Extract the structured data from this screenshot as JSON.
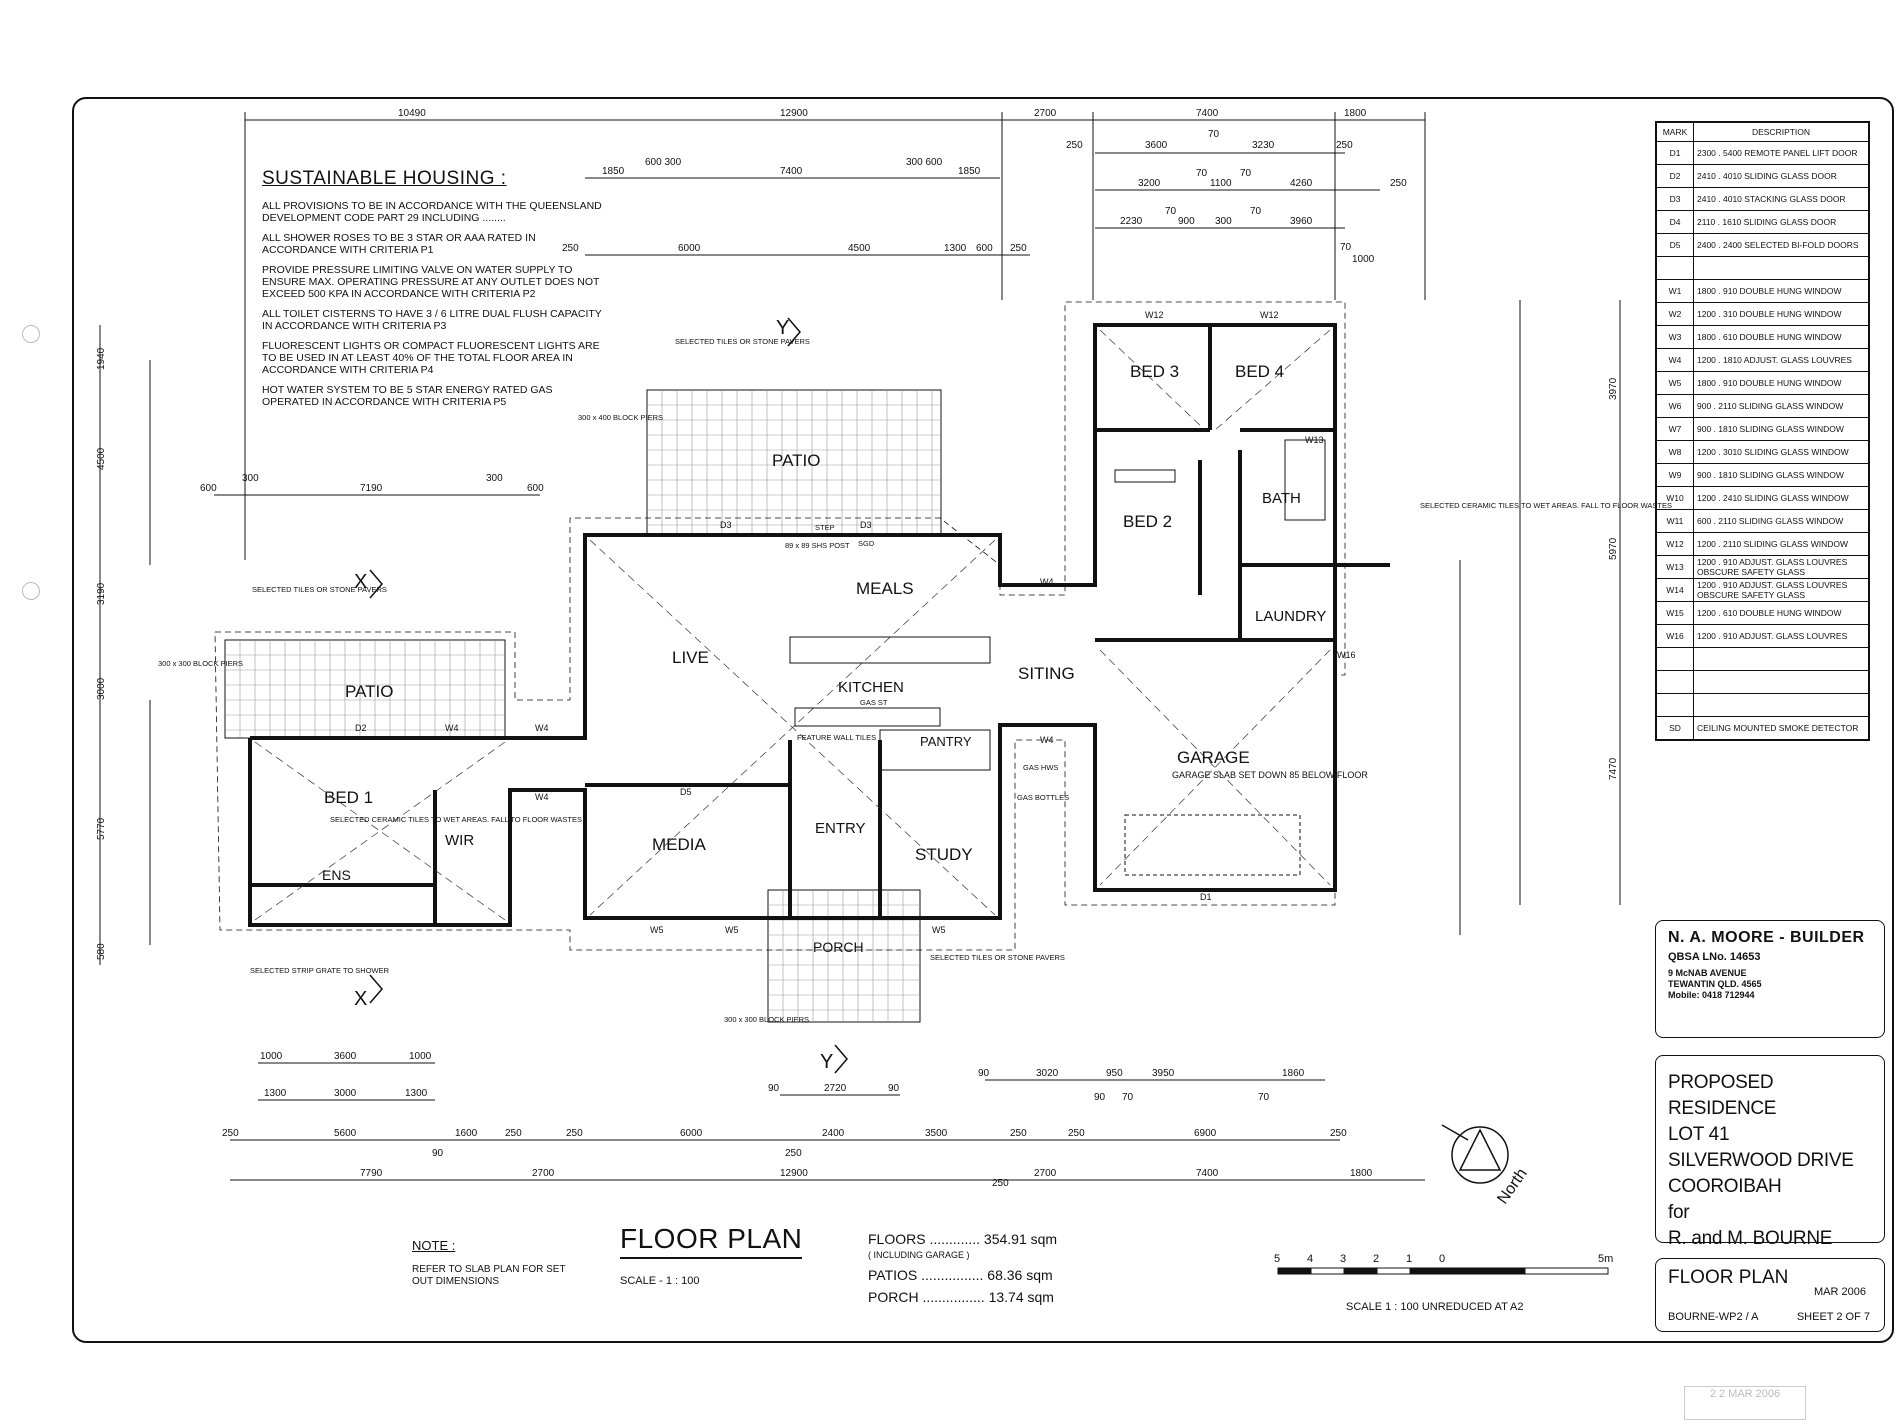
{
  "sustainable_notes": {
    "title": "SUSTAINABLE HOUSING :",
    "items": [
      "ALL PROVISIONS TO BE IN ACCORDANCE WITH THE QUEENSLAND DEVELOPMENT CODE PART 29 INCLUDING ........",
      "ALL SHOWER ROSES TO BE 3 STAR OR AAA RATED IN ACCORDANCE WITH CRITERIA P1",
      "PROVIDE PRESSURE LIMITING VALVE ON WATER SUPPLY TO ENSURE MAX. OPERATING PRESSURE AT ANY OUTLET DOES NOT EXCEED 500 kPa IN ACCORDANCE WITH CRITERIA P2",
      "ALL TOILET CISTERNS TO HAVE 3 / 6 LITRE DUAL FLUSH CAPACITY IN ACCORDANCE WITH CRITERIA P3",
      "FLUORESCENT LIGHTS OR COMPACT FLUORESCENT LIGHTS ARE TO BE USED IN AT LEAST 40% OF THE TOTAL FLOOR AREA IN ACCORDANCE WITH CRITERIA P4",
      "HOT WATER SYSTEM TO BE 5 STAR ENERGY RATED GAS OPERATED IN ACCORDANCE WITH CRITERIA P5"
    ]
  },
  "legend": {
    "headers": [
      "MARK",
      "DESCRIPTION"
    ],
    "rows": [
      [
        "D1",
        "2300 . 5400 REMOTE PANEL LIFT DOOR"
      ],
      [
        "D2",
        "2410 . 4010 SLIDING GLASS DOOR"
      ],
      [
        "D3",
        "2410 . 4010 STACKING GLASS DOOR"
      ],
      [
        "D4",
        "2110 . 1610 SLIDING GLASS DOOR"
      ],
      [
        "D5",
        "2400 . 2400 SELECTED BI-FOLD DOORS"
      ],
      [
        "",
        ""
      ],
      [
        "W1",
        "1800 . 910 DOUBLE HUNG WINDOW"
      ],
      [
        "W2",
        "1200 . 310 DOUBLE HUNG WINDOW"
      ],
      [
        "W3",
        "1800 . 610 DOUBLE HUNG WINDOW"
      ],
      [
        "W4",
        "1200 . 1810 ADJUST. GLASS LOUVRES"
      ],
      [
        "W5",
        "1800 . 910 DOUBLE HUNG WINDOW"
      ],
      [
        "W6",
        "900 . 2110 SLIDING GLASS WINDOW"
      ],
      [
        "W7",
        "900 . 1810 SLIDING GLASS WINDOW"
      ],
      [
        "W8",
        "1200 . 3010 SLIDING GLASS WINDOW"
      ],
      [
        "W9",
        "900 . 1810 SLIDING GLASS WINDOW"
      ],
      [
        "W10",
        "1200 . 2410 SLIDING GLASS WINDOW"
      ],
      [
        "W11",
        "600 . 2110 SLIDING GLASS WINDOW"
      ],
      [
        "W12",
        "1200 . 2110 SLIDING GLASS WINDOW"
      ],
      [
        "W13",
        "1200 . 910 ADJUST. GLASS LOUVRES OBSCURE SAFETY GLASS"
      ],
      [
        "W14",
        "1200 . 910 ADJUST. GLASS LOUVRES OBSCURE SAFETY GLASS"
      ],
      [
        "W15",
        "1200 . 610 DOUBLE HUNG WINDOW"
      ],
      [
        "W16",
        "1200 . 910 ADJUST. GLASS LOUVRES"
      ],
      [
        "",
        ""
      ],
      [
        "",
        ""
      ],
      [
        "",
        ""
      ],
      [
        "SD",
        "CEILING MOUNTED SMOKE DETECTOR"
      ]
    ]
  },
  "builder": {
    "name": "N. A. MOORE - BUILDER",
    "qbsa": "QBSA LNo. 14653",
    "address1": "9 McNAB AVENUE",
    "address2": "TEWANTIN QLD. 4565",
    "mobile": "Mobile:   0418 712944"
  },
  "project": {
    "line1": "PROPOSED RESIDENCE",
    "line2": "LOT 41",
    "line3": "SILVERWOOD DRIVE",
    "line4": "COOROIBAH",
    "line5": "for",
    "line6": "R. and M. BOURNE"
  },
  "sheet": {
    "title": "FLOOR PLAN",
    "date": "MAR 2006",
    "ref": "BOURNE-WP2 / A",
    "number": "SHEET 2 OF 7"
  },
  "drawing": {
    "title": "FLOOR PLAN",
    "scale": "SCALE  -  1 : 100",
    "note_title": "NOTE :",
    "note_body": "REFER TO SLAB PLAN FOR SET OUT DIMENSIONS",
    "scalebar_caption": "SCALE  1 : 100   UNREDUCED AT A2",
    "scalebar_labels": [
      "5",
      "4",
      "3",
      "2",
      "1",
      "0",
      "5m"
    ],
    "north": "North",
    "stamp_date": "2 2 MAR 2006"
  },
  "areas": {
    "floors": "FLOORS ............. 354.91 sqm",
    "floors_note": "( INCLUDING GARAGE )",
    "patios": "PATIOS ................ 68.36 sqm",
    "porch": "PORCH ................ 13.74 sqm"
  },
  "rooms": {
    "patio_top": "PATIO",
    "patio_left": "PATIO",
    "meals": "MEALS",
    "live": "LIVE",
    "kitchen": "KITCHEN",
    "pantry": "PANTRY",
    "media": "MEDIA",
    "entry": "ENTRY",
    "study": "STUDY",
    "porch": "PORCH",
    "bed1": "BED 1",
    "ens": "ENS",
    "wir": "WIR",
    "bed2": "BED 2",
    "bed3": "BED 3",
    "bed4": "BED 4",
    "bath": "BATH",
    "laundry": "LAUNDRY",
    "siting": "SITING",
    "garage": "GARAGE",
    "garage_note": "GARAGE SLAB SET DOWN 85 BELOW FLOOR"
  },
  "annotations": {
    "tiles_top": "SELECTED TILES OR STONE PAVERS",
    "tiles_left": "SELECTED TILES OR STONE PAVERS",
    "tiles_porch": "SELECTED TILES OR STONE PAVERS",
    "piers_top": "300 x 400 BLOCK PIERS",
    "piers_left": "300 x 300 BLOCK PIERS",
    "piers_porch": "300 x 300 BLOCK PIERS",
    "ceramic_ens": "SELECTED CERAMIC TILES TO WET AREAS.  FALL TO FLOOR WASTES",
    "ceramic_bath": "SELECTED CERAMIC TILES TO WET AREAS.  FALL TO FLOOR WASTES",
    "strip_grate": "SELECTED STRIP GRATE TO SHOWER",
    "post": "89 x 89 SHS POST",
    "feature_wall": "FEATURE WALL TILES",
    "gas_st": "GAS ST",
    "gas_hws": "GAS HWS",
    "gas_bottles": "GAS BOTTLES",
    "step": "STEP",
    "sgd": "SGD"
  },
  "dims_top": {
    "overall": [
      "10490",
      "12900",
      "2700",
      "7400",
      "1800"
    ],
    "patio_top": [
      "1850",
      "600 300",
      "7400",
      "300 600",
      "1850"
    ],
    "live_kitchen": [
      "250",
      "6000",
      "4500",
      "1300",
      "600",
      "250"
    ],
    "beds_row1": [
      "250",
      "3600",
      "70",
      "3230",
      "250"
    ],
    "beds_row2": [
      "3200",
      "70",
      "1100",
      "70",
      "4260",
      "250"
    ],
    "beds_row3": [
      "2230",
      "70",
      "900",
      "300",
      "70",
      "3960"
    ],
    "wc": [
      "70",
      "1000"
    ],
    "patio_left": [
      "600",
      "300",
      "7190",
      "300",
      "600"
    ]
  },
  "dims_bottom": {
    "row1": [
      "1000",
      "3600",
      "1000"
    ],
    "row2": [
      "1300",
      "3000",
      "1300"
    ],
    "entry": [
      "90",
      "2720",
      "90"
    ],
    "siting": [
      "90",
      "3020",
      "950",
      "3950",
      "1860"
    ],
    "siting_sub": [
      "90",
      "70",
      "70"
    ],
    "rooms": [
      "250",
      "5600",
      "1600",
      "250",
      "250",
      "6000",
      "2400",
      "3500",
      "250",
      "250",
      "6900",
      "250"
    ],
    "rooms_sub": [
      "90",
      "250"
    ],
    "overall": [
      "7790",
      "2700",
      "12900",
      "250",
      "2700",
      "7400",
      "1800"
    ]
  },
  "dims_left": [
    "1940",
    "4500",
    "3190",
    "3000",
    "5770",
    "580"
  ],
  "dims_right": [
    "3970",
    "5970",
    "7470"
  ]
}
